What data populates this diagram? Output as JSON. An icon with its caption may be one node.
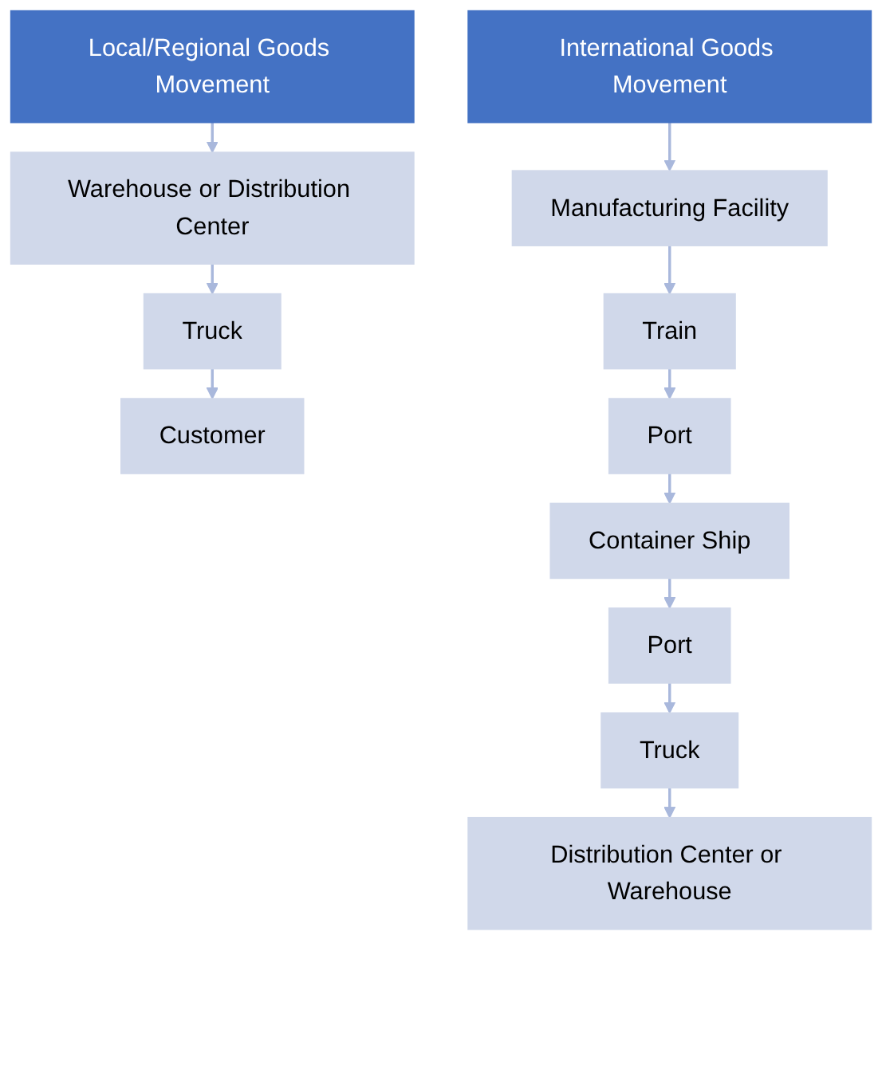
{
  "diagram": {
    "nodes": [
      {
        "text": [
          "Local/Regional Goods Movement"
        ]
      },
      {
        "text": [
          "Warehouse or Distribution Center"
        ]
      },
      {
        "text": [
          "Truck"
        ]
      },
      {
        "text": [
          "Customer"
        ]
      },
      {
        "text": [
          "International Goods Movement"
        ]
      },
      {
        "text": [
          "Manufacturing Facility"
        ]
      },
      {
        "text": [
          "Train"
        ]
      },
      {
        "text": [
          "Port"
        ]
      },
      {
        "text": [
          "Container Ship"
        ]
      },
      {
        "text": [
          "Port"
        ]
      },
      {
        "text": [
          "Truck"
        ]
      },
      {
        "text": [
          "Distribution Center or Warehouse"
        ]
      }
    ],
    "edges": [
      {
        "from": 0,
        "to": 1,
        "arrow": "to"
      },
      {
        "from": 1,
        "to": 2,
        "arrow": "to"
      },
      {
        "from": 2,
        "to": 3,
        "arrow": "to"
      },
      {
        "from": 4,
        "to": 5,
        "arrow": "to"
      },
      {
        "from": 5,
        "to": 6,
        "arrow": "to"
      },
      {
        "from": 6,
        "to": 7,
        "arrow": "to"
      },
      {
        "from": 7,
        "to": 8,
        "arrow": "to"
      },
      {
        "from": 8,
        "to": 9,
        "arrow": "to"
      },
      {
        "from": 9,
        "to": 10,
        "arrow": "to"
      },
      {
        "from": 10,
        "to": 11,
        "arrow": "to"
      }
    ]
  }
}
